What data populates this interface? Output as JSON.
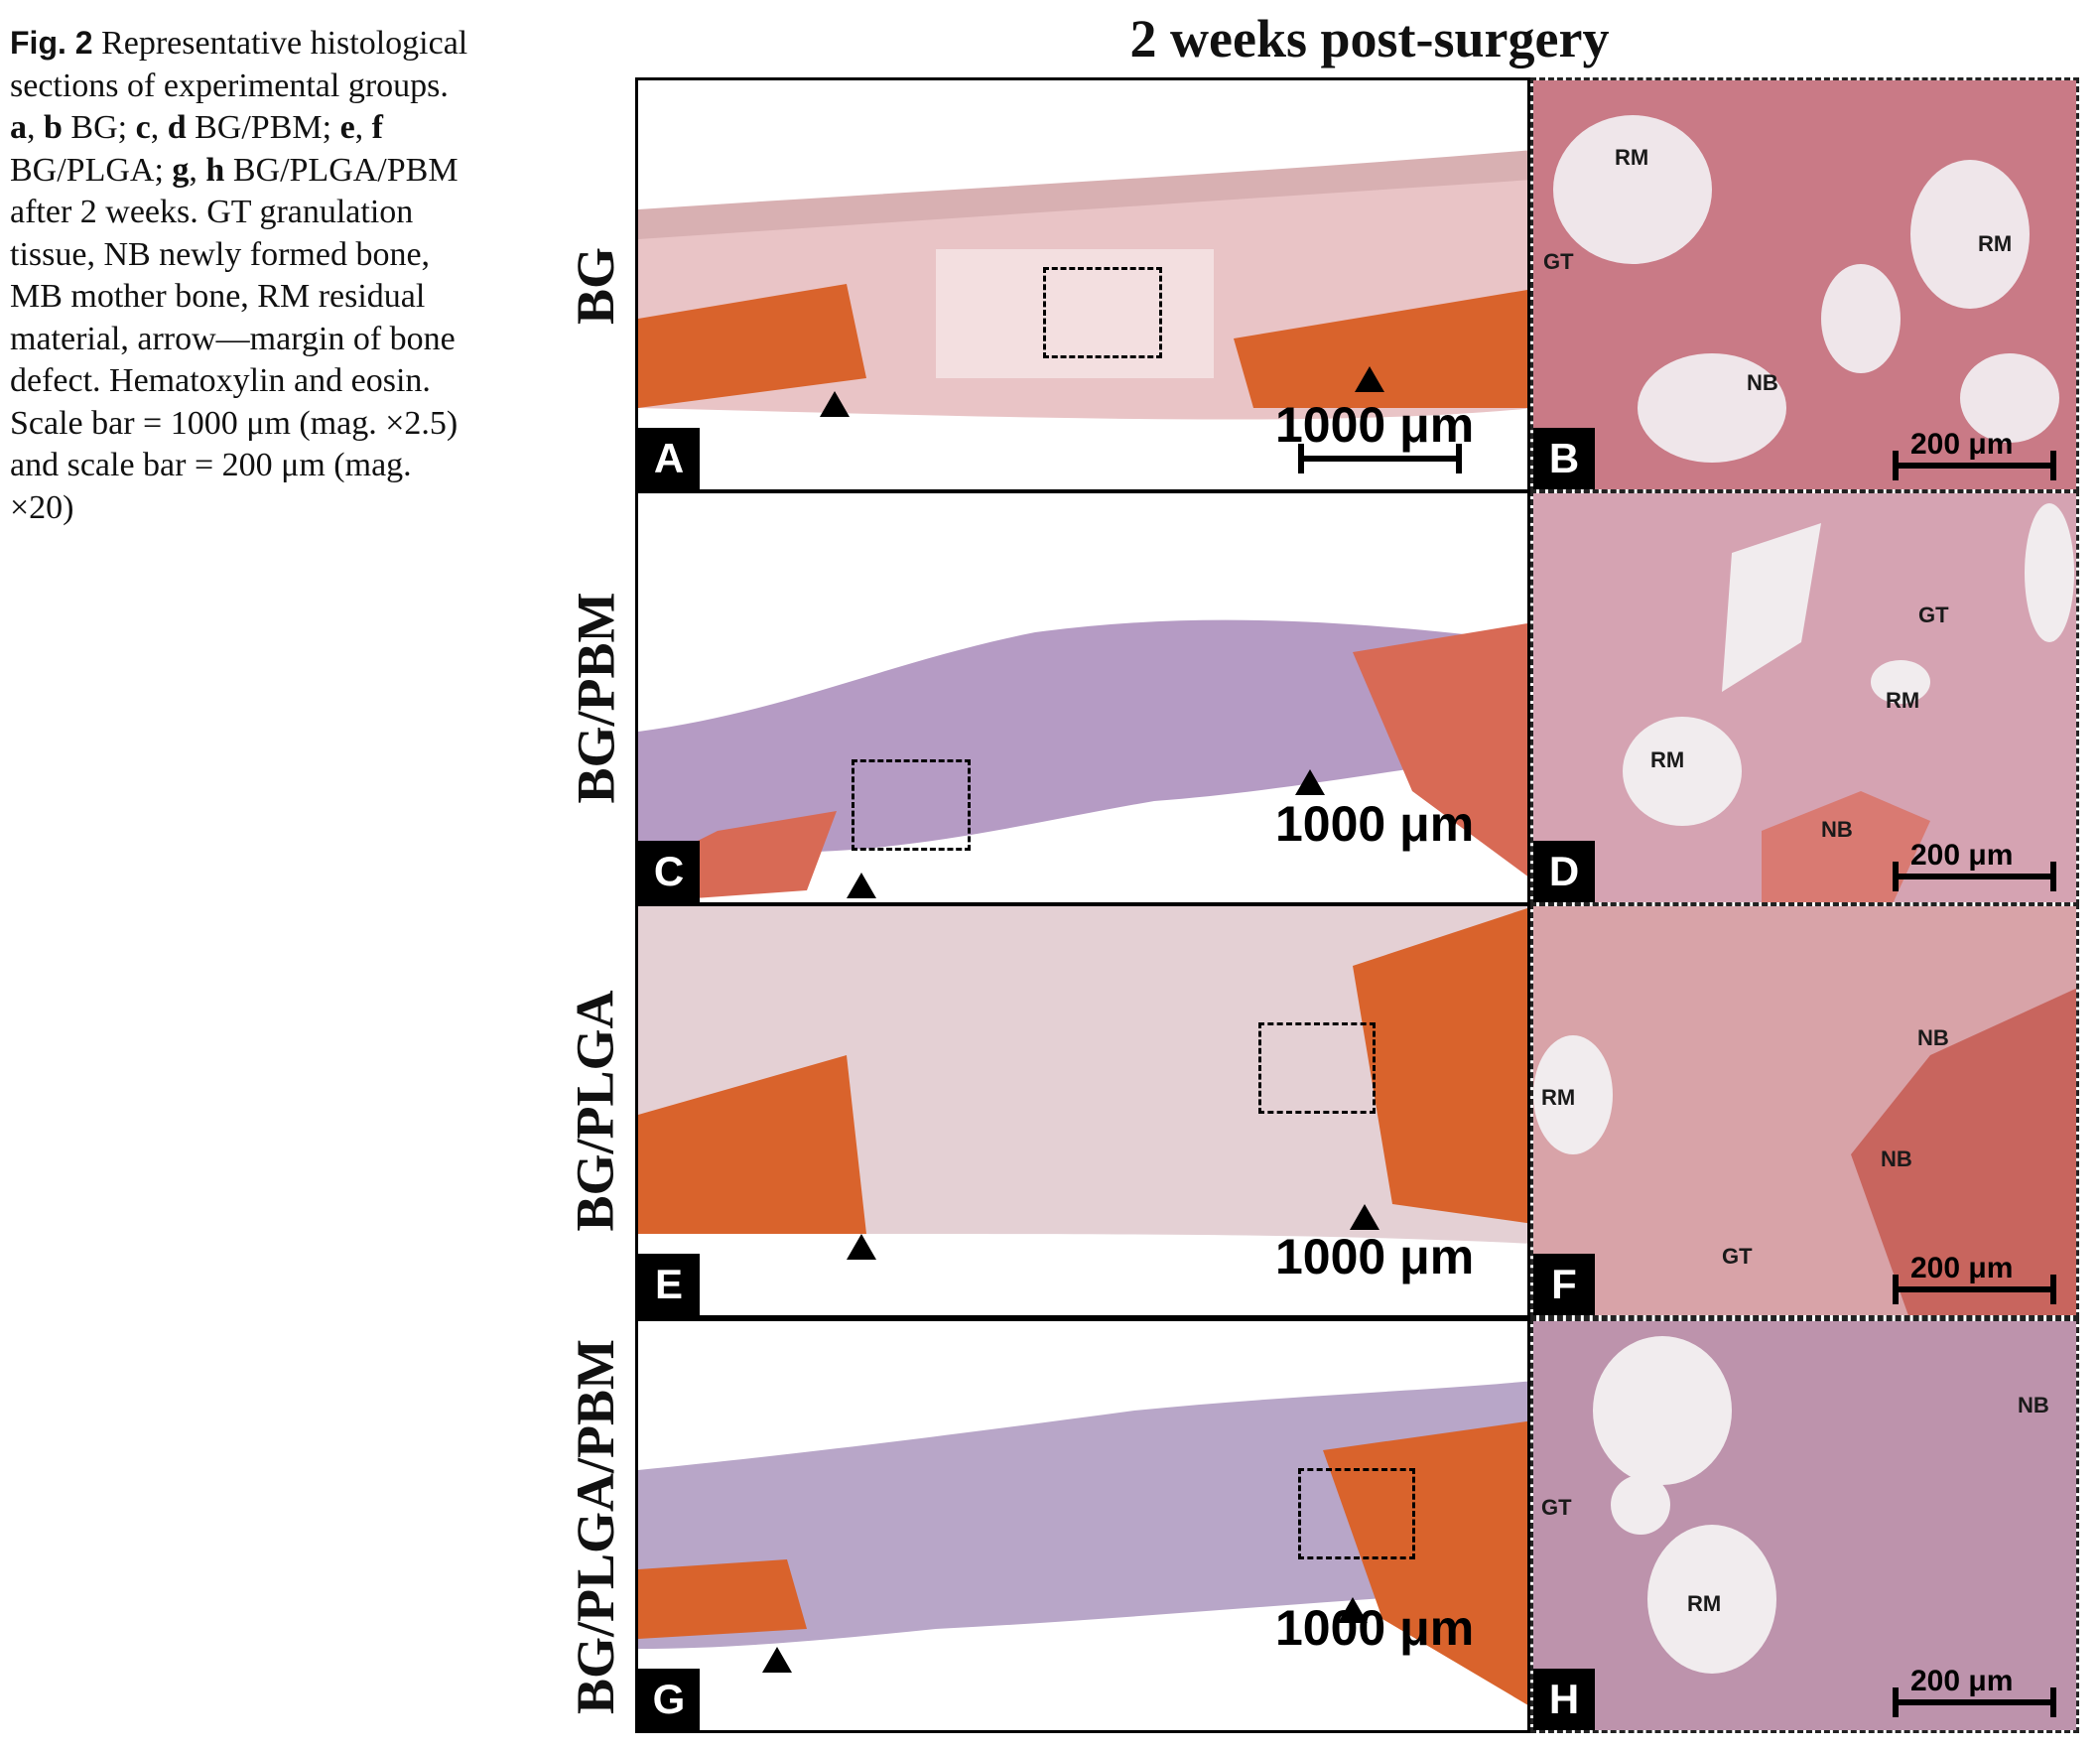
{
  "caption": {
    "fig_label": "Fig. 2",
    "p1": " Representative histological sections of experimental groups. ",
    "a": "a",
    "sep1": ", ",
    "b": "b",
    "p2": " BG; ",
    "c": "c",
    "sep2": ", ",
    "d": "d",
    "p3": " BG/PBM; ",
    "e": "e",
    "sep3": ", ",
    "f": "f",
    "p4": " BG/PLGA; ",
    "g": "g",
    "sep4": ", ",
    "h": "h",
    "p5": " BG/PLGA/PBM after 2 weeks. GT granulation tissue, NB newly formed bone, MB mother bone, RM residual material, arrow—margin of bone defect. Hematoxylin and eosin. Scale bar = 1000 μm (mag. ×2.5) and scale bar = 200 μm (mag. ×20)"
  },
  "figure": {
    "title": "2 weeks post-surgery",
    "rows": [
      {
        "group": "BG",
        "left_letter": "A",
        "right_letter": "B"
      },
      {
        "group": "BG/PBM",
        "left_letter": "C",
        "right_letter": "D"
      },
      {
        "group": "BG/PLGA",
        "left_letter": "E",
        "right_letter": "F"
      },
      {
        "group": "BG/PLGA/PBM",
        "left_letter": "G",
        "right_letter": "H"
      }
    ],
    "scale_low": "1000 μm",
    "scale_high": "200 μm",
    "labels": {
      "rm": "RM",
      "gt": "GT",
      "nb": "NB"
    }
  },
  "colors": {
    "stain_pink": "#e9c4c6",
    "bone_orange": "#d9632c",
    "tissue_purple": "#b59bc4",
    "stain_red": "#c97a86"
  }
}
